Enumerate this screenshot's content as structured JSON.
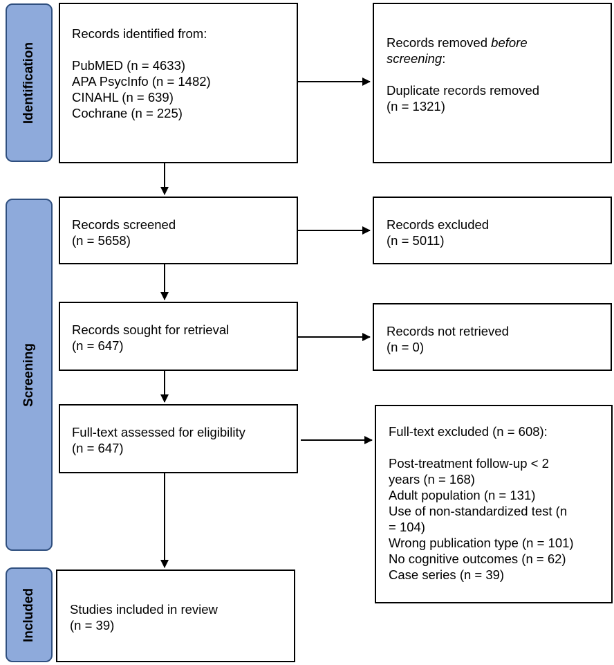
{
  "phases": {
    "identification": "Identification",
    "screening": "Screening",
    "included": "Included"
  },
  "identified": {
    "title": "Records identified from:",
    "sources": [
      "PubMED (n = 4633)",
      "APA PsycInfo (n = 1482)",
      "CINAHL (n = 639)",
      "Cochrane (n = 225)"
    ]
  },
  "removed": {
    "title_prefix": "Records removed ",
    "title_emph_1": "before",
    "title_emph_2": "screening",
    "title_suffix": ":",
    "line1": "Duplicate records removed",
    "line2": "(n = 1321)"
  },
  "screened": {
    "line1": "Records screened",
    "line2": "(n = 5658)"
  },
  "excluded": {
    "line1": "Records excluded",
    "line2": "(n = 5011)"
  },
  "sought": {
    "line1": "Records sought for retrieval",
    "line2": "(n = 647)"
  },
  "not_retrieved": {
    "line1": "Records not retrieved",
    "line2": "(n = 0)"
  },
  "fulltext": {
    "line1": "Full-text assessed for eligibility",
    "line2": "(n = 647)"
  },
  "fulltext_excluded": {
    "title": "Full-text excluded (n = 608):",
    "reasons": [
      "Post-treatment follow-up < 2",
      "years (n = 168)",
      "Adult population (n = 131)",
      "Use of non-standardized test (n",
      "= 104)",
      "Wrong publication type (n = 101)",
      "No cognitive outcomes (n = 62)",
      "Case series (n = 39)"
    ]
  },
  "included": {
    "line1": "Studies included in review",
    "line2": "(n = 39)"
  }
}
